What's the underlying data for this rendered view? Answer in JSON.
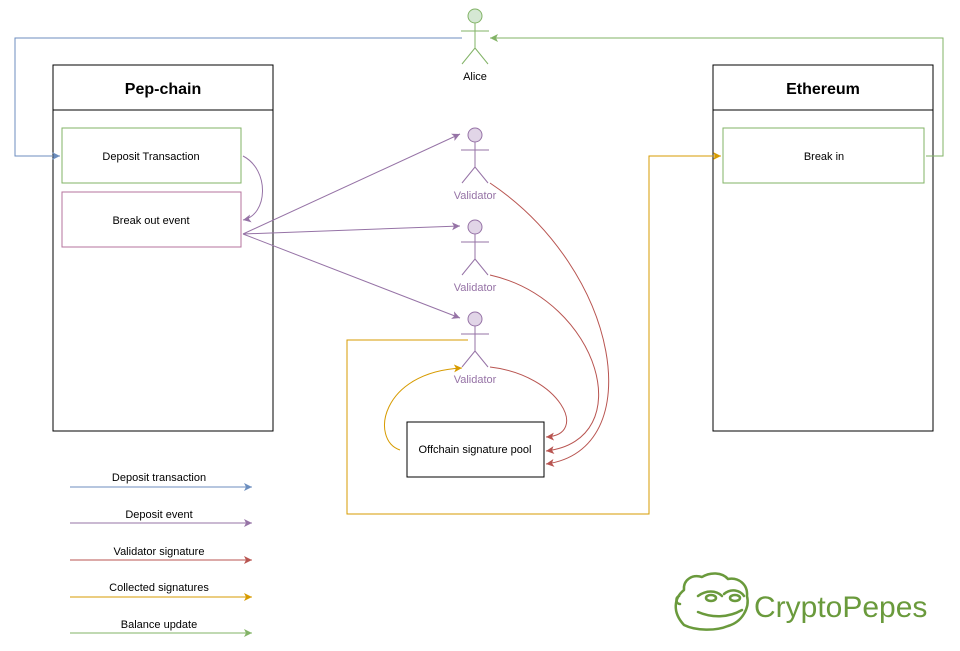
{
  "pep_chain": {
    "title": "Pep-chain",
    "deposit_transaction": "Deposit Transaction",
    "break_out_event": "Break out event"
  },
  "ethereum": {
    "title": "Ethereum",
    "break_in": "Break in"
  },
  "alice": {
    "label": "Alice"
  },
  "validators": [
    {
      "label": "Validator"
    },
    {
      "label": "Validator"
    },
    {
      "label": "Validator"
    }
  ],
  "signature_pool": {
    "label": "Offchain signature pool"
  },
  "legend": [
    {
      "label": "Deposit transaction",
      "color": "#6c8ebf"
    },
    {
      "label": "Deposit event",
      "color": "#9673a6"
    },
    {
      "label": "Validator signature",
      "color": "#b85450"
    },
    {
      "label": "Collected signatures",
      "color": "#d79b00"
    },
    {
      "label": "Balance update",
      "color": "#82b366"
    }
  ],
  "colors": {
    "blue": "#6c8ebf",
    "purple": "#9673a6",
    "red": "#b85450",
    "orange": "#d79b00",
    "green": "#82b366",
    "logo_green": "#6a9a3c",
    "alice_fill": "#d5e8d4",
    "validator_fill": "#e1d5e7"
  },
  "logo": {
    "text": "CryptoPepes"
  }
}
